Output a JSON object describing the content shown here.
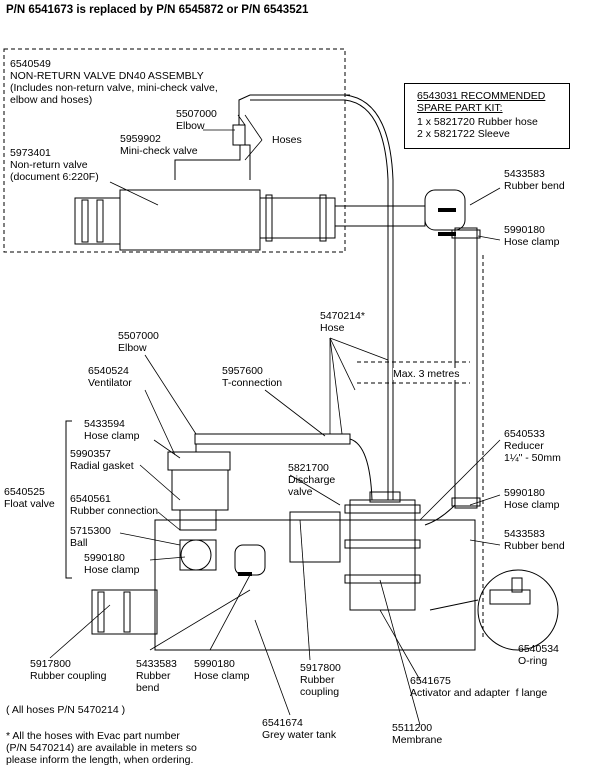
{
  "header": "P/N 6541673 is replaced by P/N 6545872 or P/N 6543521",
  "kit": {
    "title": "6543031 RECOMMENDED\nSPARE PART KIT:",
    "line1": "1 x 5821720 Rubber hose",
    "line2": "2 x 5821722 Sleeve"
  },
  "labels": {
    "nrv_assembly": "6540549\nNON-RETURN VALVE DN40 ASSEMBLY\n(Includes non-return valve, mini-check valve,\nelbow and hoses)",
    "elbow_top": "5507000\nElbow",
    "hoses": "Hoses",
    "mini_check": "5959902\nMini-check valve",
    "nrv": "5973401\nNon-return valve\n(document 6:220F)",
    "rubber_bend_top": "5433583\nRubber bend",
    "hose_clamp_right_top": "5990180\nHose clamp",
    "hose_main": "5470214*\nHose",
    "max_len": "Max. 3 metres",
    "elbow_mid": "5507000\nElbow",
    "ventilator": "6540524\nVentilator",
    "tconn": "5957600\nT-connection",
    "hose_clamp_float": "5433594\nHose clamp",
    "radial_gasket": "5990357\nRadial gasket",
    "float_valve": "6540525\nFloat valve",
    "rubber_conn": "6540561\nRubber connection",
    "ball": "5715300\nBall",
    "hose_clamp_left": "5990180\nHose clamp",
    "discharge": "5821700\nDischarge\nvalve",
    "reducer": "6540533\nReducer\n1¼\" - 50mm",
    "hose_clamp_right_mid": "5990180\nHose clamp",
    "rubber_bend_right": "5433583\nRubber bend",
    "rubber_coupling_left": "5917800\nRubber coupling",
    "rubber_bend_bottom": "5433583\nRubber\nbend",
    "hose_clamp_bottom": "5990180\nHose clamp",
    "rubber_coupling_bottom": "5917800\nRubber\ncoupling",
    "activator": "6541675\nActivator and adapter  f lange",
    "oring": "6540534\nO-ring",
    "tank": "6541674\nGrey water tank",
    "membrane": "5511200\nMembrane",
    "all_hoses": "( All hoses P/N 5470214 )",
    "note": "* All the hoses with Evac part number\n(P/N 5470214) are available in meters so\nplease inform the length, when ordering."
  }
}
